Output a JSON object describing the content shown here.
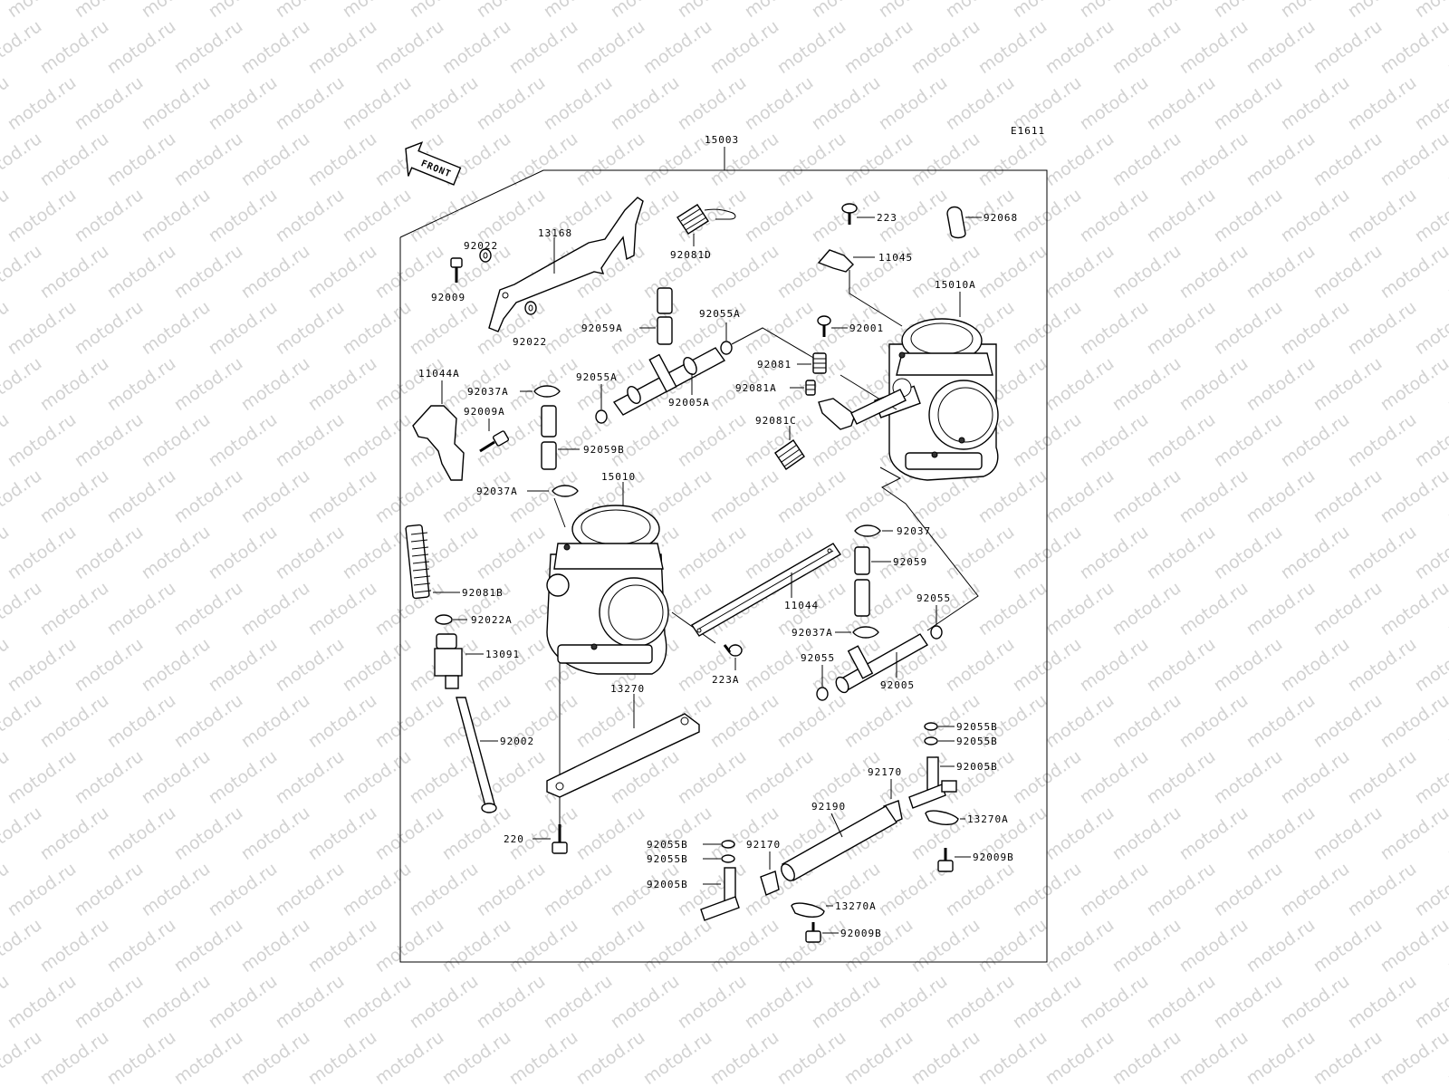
{
  "watermark": "motod.ru",
  "drawing_code": "E1611",
  "front_label": "FRONT",
  "labels": {
    "assy": "15003",
    "p13168": "13168",
    "p92022_top": "92022",
    "p92009": "92009",
    "p92022_bot": "92022",
    "p92081D": "92081D",
    "p223": "223",
    "p11045": "11045",
    "p92068": "92068",
    "p15010A": "15010A",
    "p92059A": "92059A",
    "p92055A_top": "92055A",
    "p92001": "92001",
    "p92081": "92081",
    "p11044A": "11044A",
    "p92037A_top": "92037A",
    "p92055A_mid": "92055A",
    "p92009A": "92009A",
    "p92005A": "92005A",
    "p92081A": "92081A",
    "p92081C": "92081C",
    "p92059B": "92059B",
    "p92037A_mid": "92037A",
    "p15010": "15010",
    "p92037": "92037",
    "p92059": "92059",
    "p92081B": "92081B",
    "p11044": "11044",
    "p92055_r": "92055",
    "p92022A": "92022A",
    "p92037A_low": "92037A",
    "p13091": "13091",
    "p223A": "223A",
    "p92055_l": "92055",
    "p92005": "92005",
    "p13270": "13270",
    "p92002": "92002",
    "p92055B_1": "92055B",
    "p92055B_2": "92055B",
    "p92170_r": "92170",
    "p92005B_r": "92005B",
    "p92190": "92190",
    "p13270A_r": "13270A",
    "p220": "220",
    "p92055B_3": "92055B",
    "p92170_l": "92170",
    "p92009B_r": "92009B",
    "p92055B_4": "92055B",
    "p92005B_l": "92005B",
    "p13270A_l": "13270A",
    "p92009B_l": "92009B"
  }
}
